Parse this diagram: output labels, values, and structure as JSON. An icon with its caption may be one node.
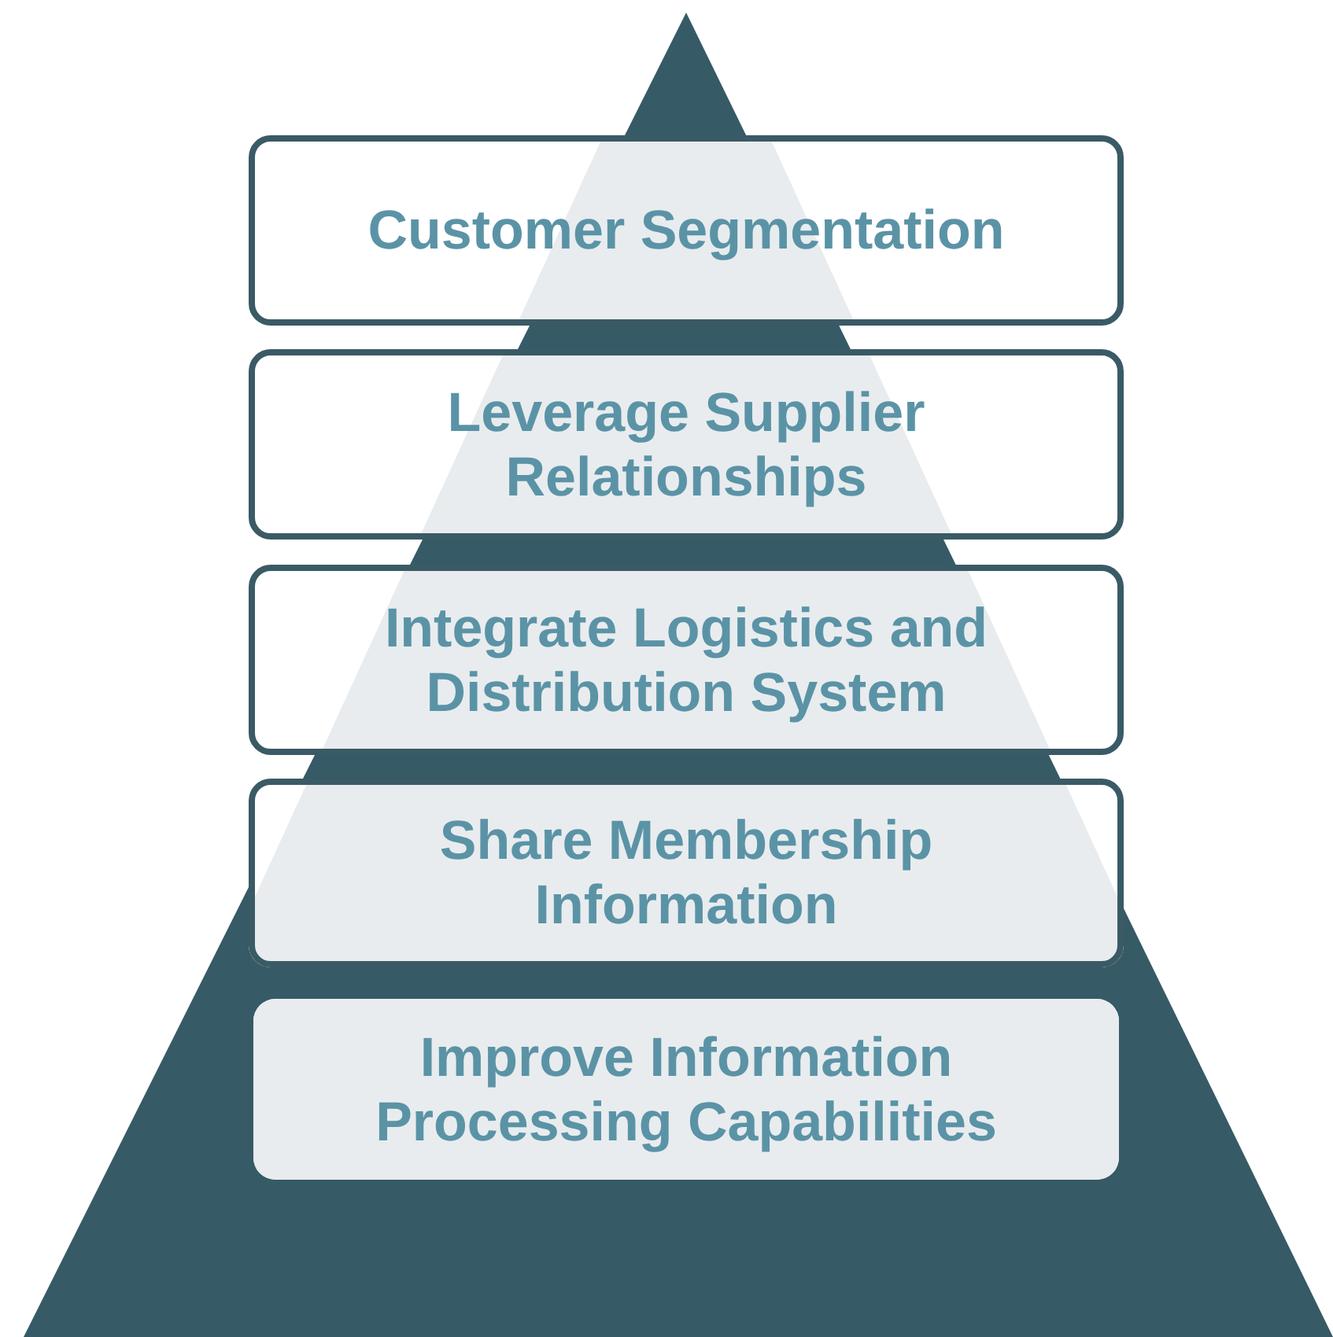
{
  "diagram": {
    "nodes": [
      {
        "text": [
          "Customer Segmentation"
        ]
      },
      {
        "text": [
          "Leverage Supplier Relationships"
        ]
      },
      {
        "text": [
          "Integrate Logistics and Distribution System"
        ]
      },
      {
        "text": [
          "Share Membership Information"
        ]
      },
      {
        "text": [
          "Improve Information Processing Capabilities"
        ]
      }
    ]
  }
}
